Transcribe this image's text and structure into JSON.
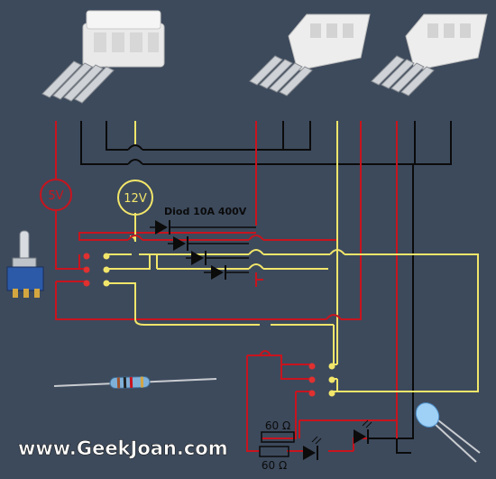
{
  "labels": {
    "v5": "5V",
    "v12": "12V",
    "diode": "Diod 10A 400V",
    "res_top": "60 Ω",
    "res_bottom": "60 Ω",
    "watermark": "www.GeekJoan.com"
  },
  "colors": {
    "background": "#3d4a5c",
    "red_wire": "#c8141e",
    "yellow_wire": "#f2e66a",
    "black_wire": "#0b0b0b",
    "connector": "#eeeeee"
  }
}
